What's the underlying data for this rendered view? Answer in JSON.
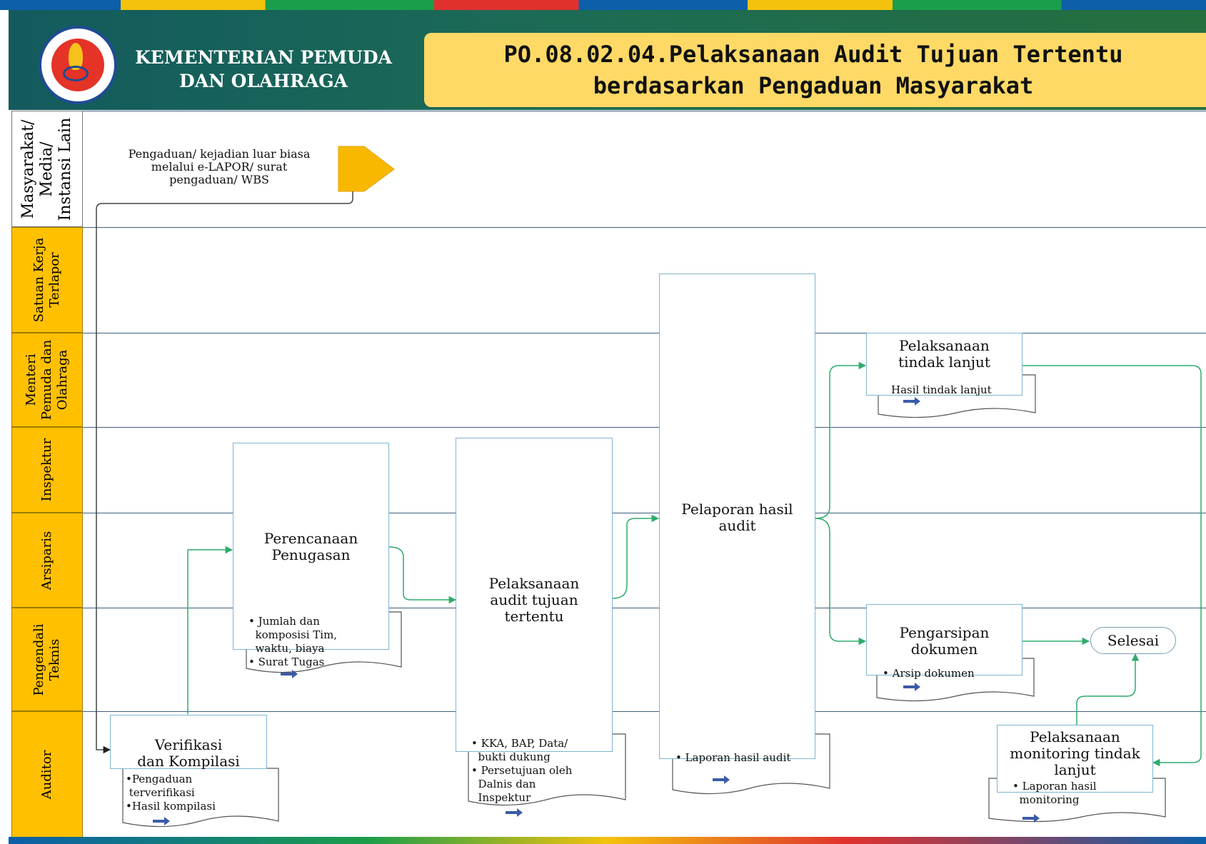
{
  "header": {
    "ministry": "KEMENTERIAN PEMUDA\nDAN OLAHRAGA",
    "title": "PO.08.02.04.Pelaksanaan Audit Tujuan Tertentu\nberdasarkan Pengaduan Masyarakat"
  },
  "lanes": [
    "Masyarakat/\nMedia/\nInstansi Lain",
    "Satuan Kerja\nTerlapor",
    "Menteri\nPemuda dan\nOlahraga",
    "Inspektur",
    "Arsiparis",
    "Pengendali\nTeknis",
    "Auditor"
  ],
  "start": {
    "text": "Pengaduan/ kejadian luar biasa\nmelalui e-LAPOR/ surat\npengaduan/ WBS"
  },
  "steps": {
    "verifikasi": "Verifikasi\ndan Kompilasi",
    "perencanaan": "Perencanaan\nPenugasan",
    "pelaksanaan_audit": "Pelaksanaan\naudit tujuan\ntertentu",
    "pelaporan": "Pelaporan hasil\naudit",
    "tindak_lanjut": "Pelaksanaan\ntindak lanjut",
    "pengarsipan": "Pengarsipan\ndokumen",
    "monitoring": "Pelaksanaan\nmonitoring tindak\nlanjut",
    "selesai": "Selesai"
  },
  "documents": {
    "verifikasi": "•Pengaduan\n terverifikasi\n•Hasil kompilasi",
    "perencanaan": "• Jumlah dan\n  komposisi Tim,\n  waktu, biaya\n• Surat Tugas",
    "pelaksanaan_audit": "• KKA, BAP, Data/\n  bukti dukung\n• Persetujuan oleh\n  Dalnis dan\n  Inspektur",
    "pelaporan": "• Laporan hasil audit",
    "tindak_lanjut": "Hasil tindak lanjut",
    "pengarsipan": "• Arsip dokumen",
    "monitoring": "• Laporan hasil\n  monitoring"
  },
  "colors": {
    "lane_label": "#ffc000",
    "connector": "#2eab6b",
    "box_border": "#7fb6d0",
    "doc_arrow": "#3a5ba8",
    "title_bg": "#ffd966"
  }
}
